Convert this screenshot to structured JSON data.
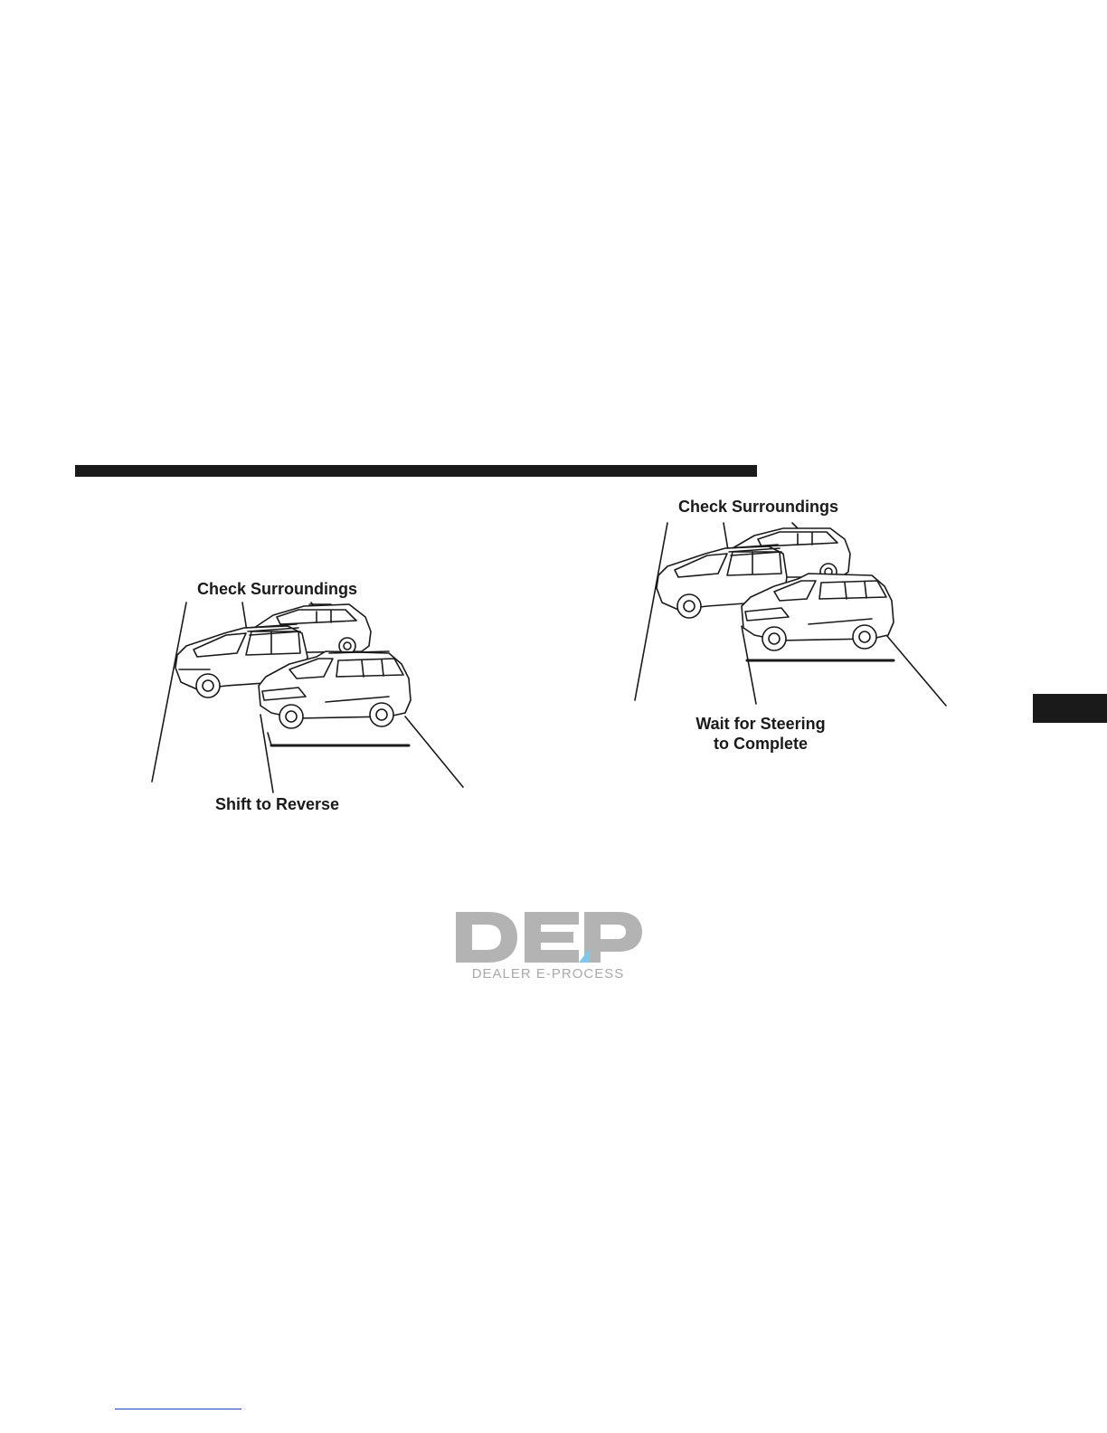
{
  "figures": [
    {
      "callouts": {
        "top": "Check Surroundings",
        "bottom": "Shift to Reverse"
      }
    },
    {
      "callouts": {
        "top": "Check Surroundings",
        "bottom_line1": "Wait for Steering",
        "bottom_line2": "to Complete"
      }
    }
  ],
  "watermark": {
    "logo_text": "DEP",
    "tagline": "DEALER E-PROCESS",
    "color": "#b3b3b3",
    "accent_color": "#7fc6e8"
  },
  "colors": {
    "rule": "#1a1a1a",
    "link": "#1f3fbf"
  }
}
